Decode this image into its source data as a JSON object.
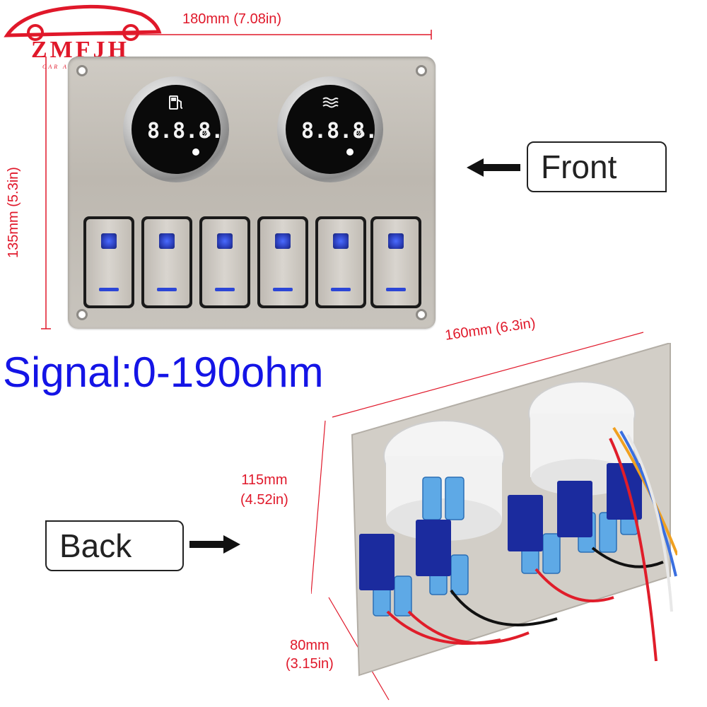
{
  "logo": {
    "brand": "ZMFJH",
    "tagline": "CAR ACCESSORIES"
  },
  "dimensions": {
    "width_front": "180mm (7.08in)",
    "height_front": "135mm (5.3in)",
    "width_back": "160mm (6.3in)",
    "height_back_line1": "115mm",
    "height_back_line2": "(4.52in)",
    "depth_back_line1": "80mm",
    "depth_back_line2": "(3.15in)"
  },
  "labels": {
    "front": "Front",
    "back": "Back",
    "signal": "Signal:0-190ohm"
  },
  "gauges": [
    {
      "icon": "fuel-pump-icon",
      "reading": "8.8.8.",
      "unit": "%"
    },
    {
      "icon": "water-level-icon",
      "reading": "8.8.8.",
      "unit": "%"
    }
  ],
  "switch_count": 6,
  "colors": {
    "brand_red": "#e0182a",
    "signal_blue": "#1414e6",
    "switch_led": "#2c46d6"
  }
}
